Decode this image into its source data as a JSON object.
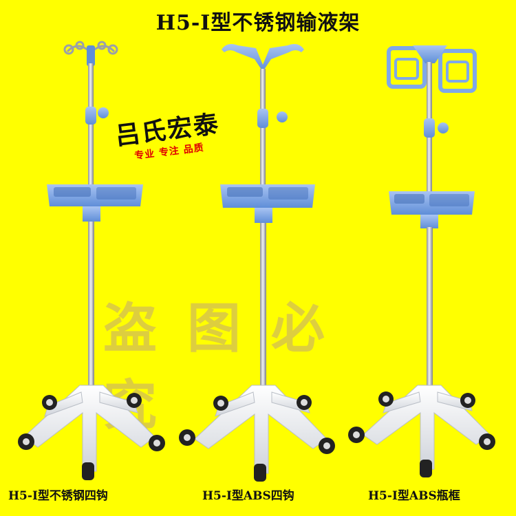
{
  "title": "H5-I型不锈钢输液架",
  "brand": {
    "name": "吕氏宏泰",
    "tagline": "专业 专注 品质"
  },
  "watermark": "盗图必究",
  "products": [
    {
      "caption": "H5-I型不锈钢四钩"
    },
    {
      "caption": "H5-I型ABS四钩"
    },
    {
      "caption": "H5-I型ABS瓶框"
    }
  ],
  "colors": {
    "background": "#ffff00",
    "plastic": "#7fa8e8",
    "pole": "#c9ccd2",
    "base": "#f2f3f5"
  }
}
